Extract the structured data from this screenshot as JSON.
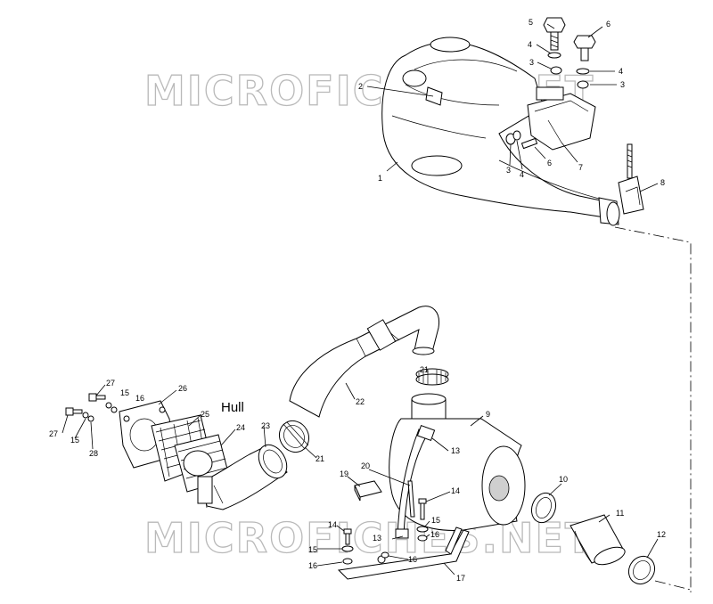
{
  "watermark": "MICROFICHES.NET",
  "hull_label": "Hull",
  "callouts": [
    {
      "id": "c1",
      "text": "1"
    },
    {
      "id": "c2",
      "text": "2"
    },
    {
      "id": "c3a",
      "text": "3"
    },
    {
      "id": "c3b",
      "text": "3"
    },
    {
      "id": "c3c",
      "text": "3"
    },
    {
      "id": "c4a",
      "text": "4"
    },
    {
      "id": "c4b",
      "text": "4"
    },
    {
      "id": "c4c",
      "text": "4"
    },
    {
      "id": "c5",
      "text": "5"
    },
    {
      "id": "c6a",
      "text": "6"
    },
    {
      "id": "c6b",
      "text": "6"
    },
    {
      "id": "c7",
      "text": "7"
    },
    {
      "id": "c8",
      "text": "8"
    },
    {
      "id": "c9",
      "text": "9"
    },
    {
      "id": "c10",
      "text": "10"
    },
    {
      "id": "c11",
      "text": "11"
    },
    {
      "id": "c12",
      "text": "12"
    },
    {
      "id": "c13a",
      "text": "13"
    },
    {
      "id": "c13b",
      "text": "13"
    },
    {
      "id": "c14a",
      "text": "14"
    },
    {
      "id": "c14b",
      "text": "14"
    },
    {
      "id": "c15a",
      "text": "15"
    },
    {
      "id": "c15b",
      "text": "15"
    },
    {
      "id": "c15c",
      "text": "15"
    },
    {
      "id": "c15d",
      "text": "15"
    },
    {
      "id": "c16a",
      "text": "16"
    },
    {
      "id": "c16b",
      "text": "16"
    },
    {
      "id": "c16c",
      "text": "16"
    },
    {
      "id": "c16d",
      "text": "16"
    },
    {
      "id": "c17",
      "text": "17"
    },
    {
      "id": "c19",
      "text": "19"
    },
    {
      "id": "c20",
      "text": "20"
    },
    {
      "id": "c21a",
      "text": "21"
    },
    {
      "id": "c21b",
      "text": "21"
    },
    {
      "id": "c22",
      "text": "22"
    },
    {
      "id": "c23",
      "text": "23"
    },
    {
      "id": "c24",
      "text": "24"
    },
    {
      "id": "c25",
      "text": "25"
    },
    {
      "id": "c26",
      "text": "26"
    },
    {
      "id": "c27a",
      "text": "27"
    },
    {
      "id": "c27b",
      "text": "27"
    },
    {
      "id": "c28",
      "text": "28"
    }
  ]
}
